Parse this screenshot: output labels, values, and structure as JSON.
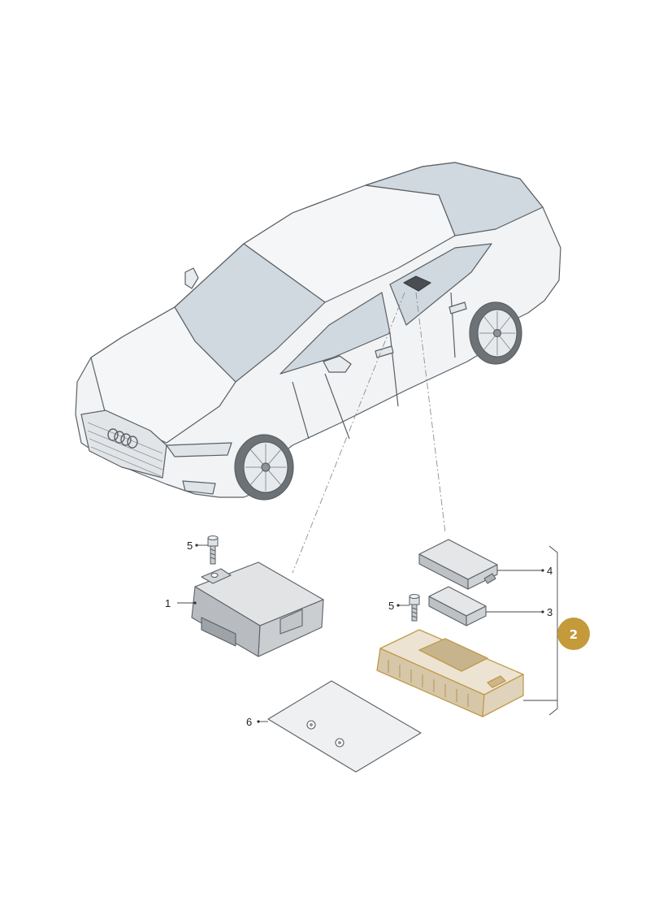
{
  "diagram": {
    "colors": {
      "body": "#f1f3f4",
      "glass": "#cfd9df",
      "outline": "#5b6066",
      "part": "#d9dcdf",
      "part_dark": "#aeb3b8",
      "highlight_fill": "#e3d6c0",
      "highlight_stroke": "#c19a4b",
      "badge": "#c49a3a",
      "leader": "#8a8f94"
    },
    "callouts": {
      "c1": "1",
      "c3": "3",
      "c4": "4",
      "c5a": "5",
      "c5b": "5",
      "c6": "6"
    },
    "badge": "2",
    "icons": {
      "car": "car-outline-icon",
      "screw": "screw-icon",
      "module": "control-module-icon",
      "mat": "mounting-pad-icon",
      "badge": "circle-badge-icon"
    }
  }
}
